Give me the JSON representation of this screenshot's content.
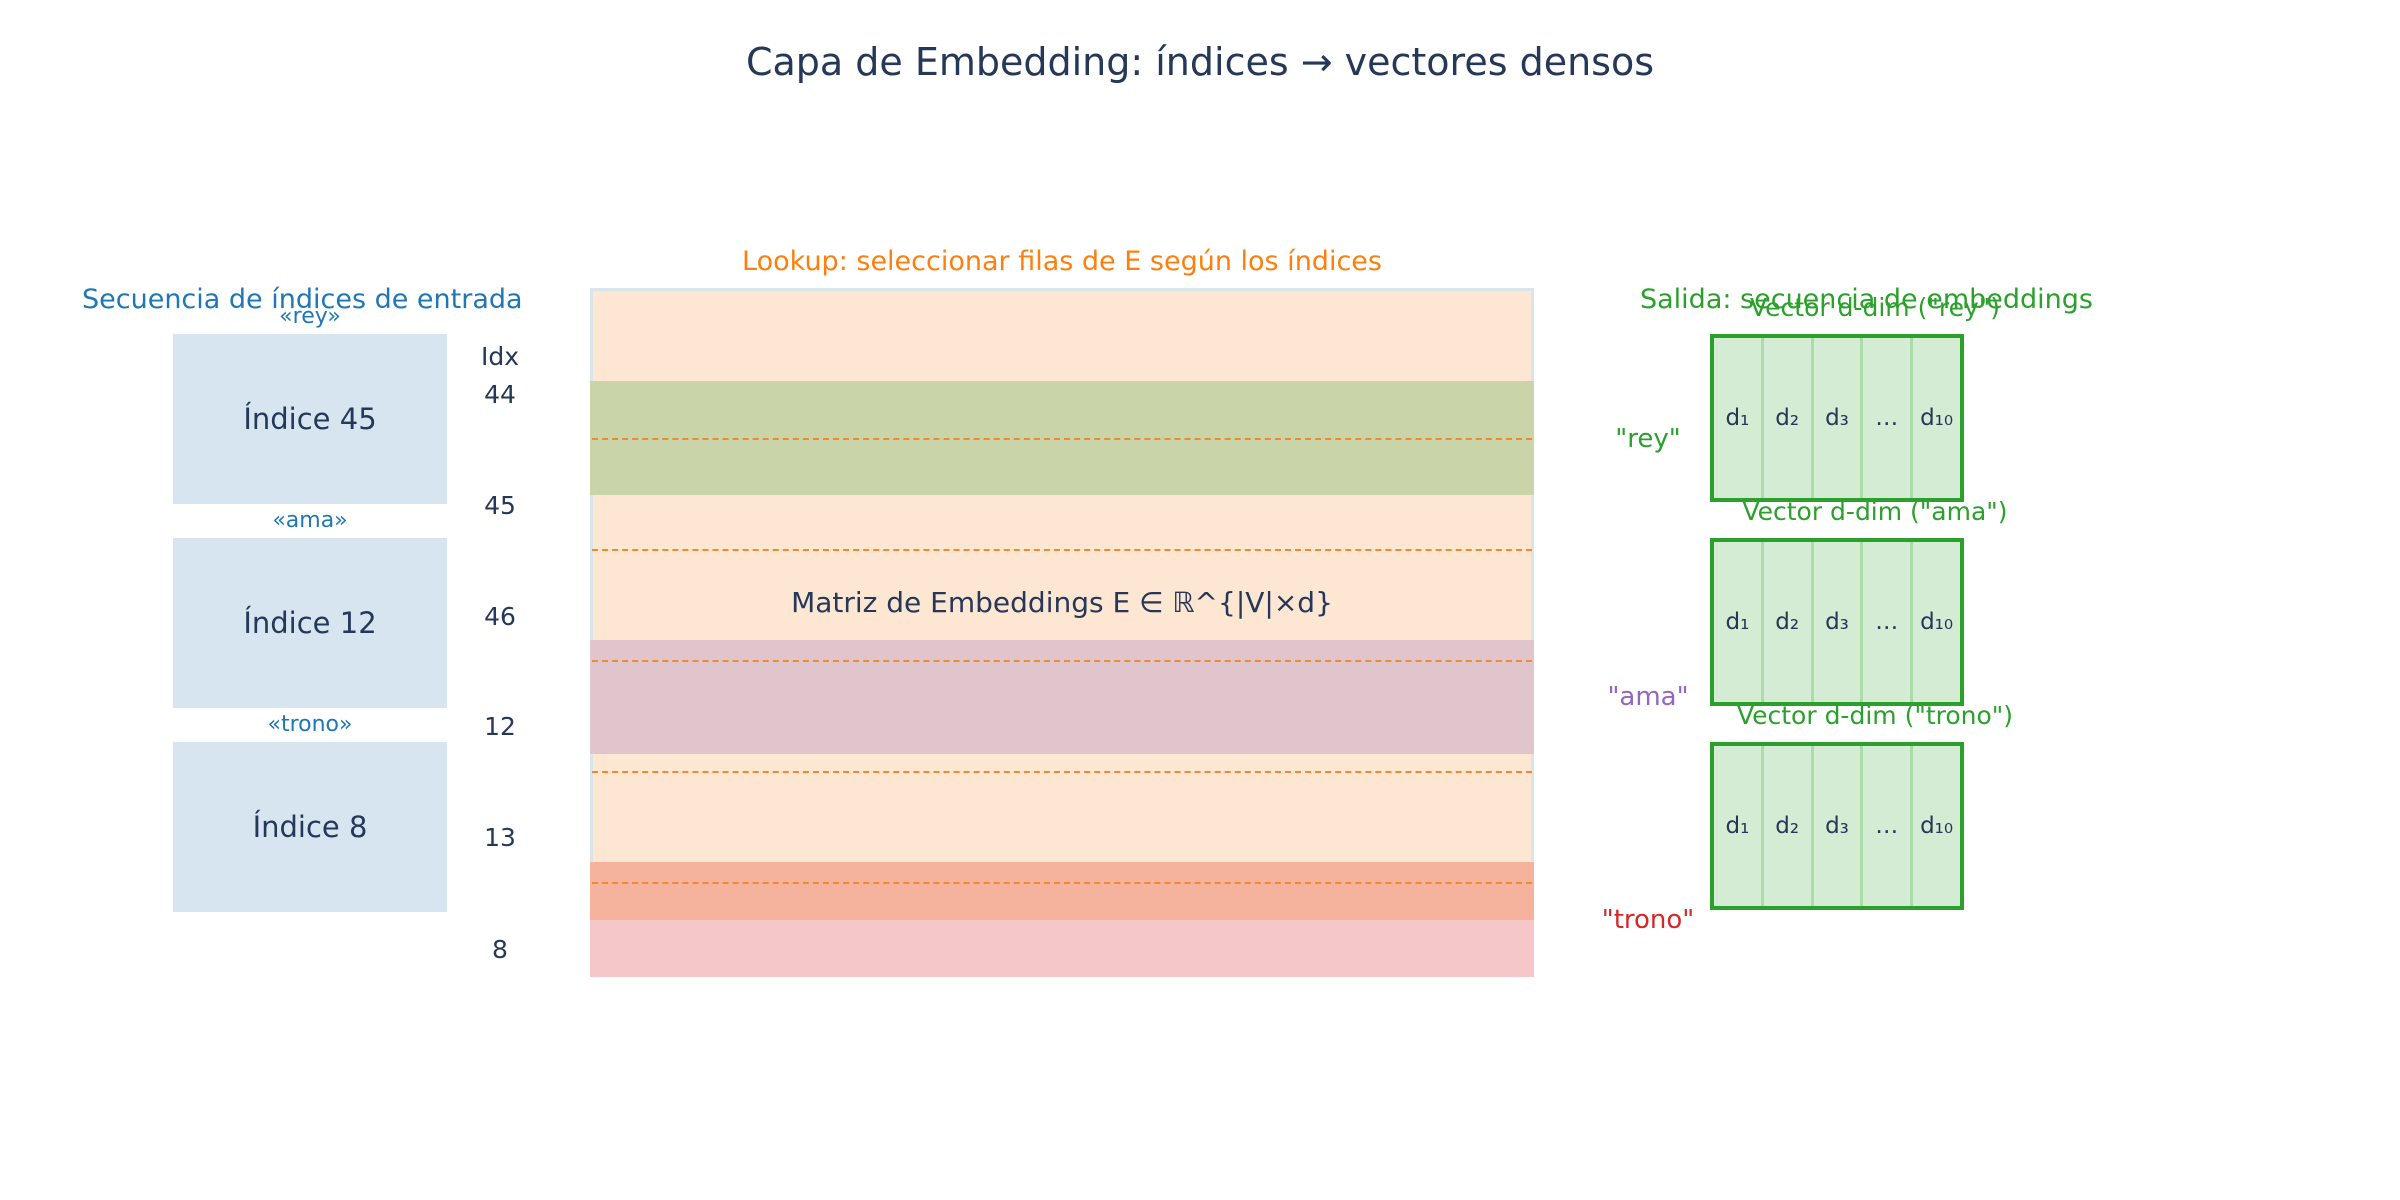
{
  "title": "Capa de Embedding: índices → vectores densos",
  "input": {
    "header": "Secuencia de índices de entrada",
    "items": [
      {
        "word": "«rey»",
        "label": "Índice 45"
      },
      {
        "word": "«ama»",
        "label": "Índice 12"
      },
      {
        "word": "«trono»",
        "label": "Índice 8"
      }
    ]
  },
  "index_column": {
    "header": "Idx",
    "values": [
      "44",
      "45",
      "46",
      "12",
      "13",
      "8"
    ]
  },
  "matrix": {
    "caption": "Lookup: seleccionar filas de E según los índices",
    "label": "Matriz de Embeddings E ∈ ℝ^{|V|×d}",
    "colors": {
      "base": "#fde6d2",
      "row_rey": "#c9d5a8",
      "row_ama": "#e0c5cc",
      "row_trono": "#f5b29c",
      "row_extra": "#f5c7c8"
    }
  },
  "output": {
    "header": "Salida: secuencia de embeddings",
    "vectors": [
      {
        "word": "\"rey\"",
        "caption": "Vector d-dim (\"rey\")",
        "word_color": "#2ca02c"
      },
      {
        "word": "\"ama\"",
        "caption": "Vector d-dim (\"ama\")",
        "word_color": "#9467bd"
      },
      {
        "word": "\"trono\"",
        "caption": "Vector d-dim (\"trono\")",
        "word_color": "#d62728"
      }
    ],
    "cells": [
      "d₁",
      "d₂",
      "d₃",
      "…",
      "d₁₀"
    ]
  }
}
